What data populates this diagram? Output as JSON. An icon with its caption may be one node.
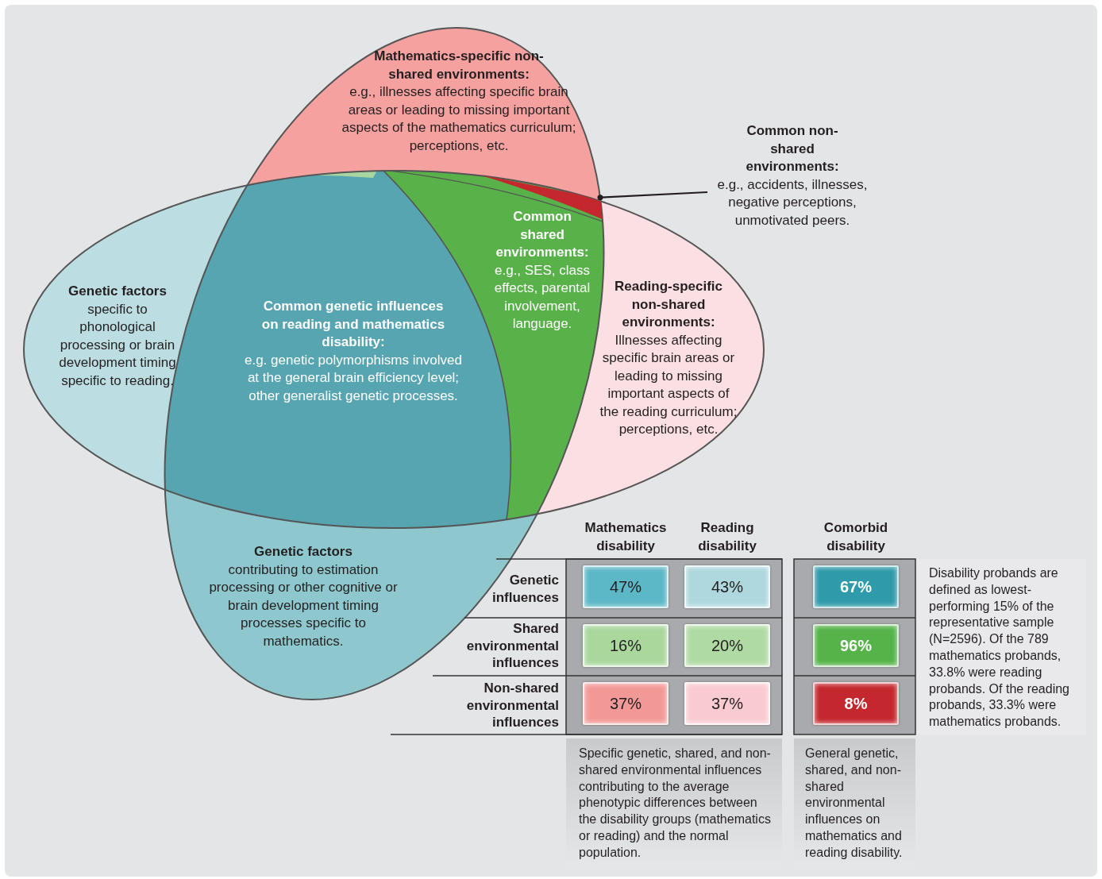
{
  "diagram": {
    "nodes": [
      {
        "text": [
          "Mathematics-specific non-shared environments:",
          "e.g., illnesses affecting specific brain areas or leading to missing important aspects of the mathematics curriculum; perceptions, etc."
        ]
      },
      {
        "text": [
          "Common non-shared environments:",
          "e.g., accidents, illnesses, negative perceptions, unmotivated peers."
        ]
      },
      {
        "text": [],
        "shape": "region"
      },
      {
        "text": [
          "Common shared environments:",
          "e.g., SES, class effects, parental involvement, language."
        ]
      },
      {
        "text": [
          "Genetic factors",
          "specific to phonological processing or brain development timing specific to reading."
        ]
      },
      {
        "text": [
          "Common genetic influences on reading and mathematics disability:",
          "e.g. genetic polymorphisms involved at the general brain efficiency level; other generalist genetic processes."
        ]
      },
      {
        "text": [
          "Reading-specific non-shared environments:",
          "Illnesses affecting specific brain areas or leading to missing important aspects of the reading curriculum; perceptions, etc."
        ]
      },
      {
        "text": [
          "Genetic factors",
          "contributing to estimation processing or other cognitive or brain development timing processes specific to mathematics."
        ]
      }
    ],
    "edges": [
      {
        "from": 1,
        "to": 2,
        "arrow": "other"
      }
    ],
    "labels": [
      "Mathematics disability",
      "Reading disability",
      "Comorbid disability",
      "Genetic influences",
      "47%",
      "43%",
      "67%",
      "Disability probands are defined as lowest-performing 15% of the representative sample (N=2596). Of the 789 mathematics probands, 33.8% were reading probands. Of the reading probands, 33.3% were mathematics probands.",
      "Shared environmental influences",
      "16%",
      "20%",
      "96%",
      "Non-shared environmental influences",
      "37%",
      "37%",
      "8%",
      "Specific genetic, shared, and non-shared environmental influences contributing to the average phenotypic differences between the disability groups (mathematics or reading) and the normal population.",
      "General genetic, shared, and non-shared environmental influences on mathematics and reading disability."
    ]
  }
}
